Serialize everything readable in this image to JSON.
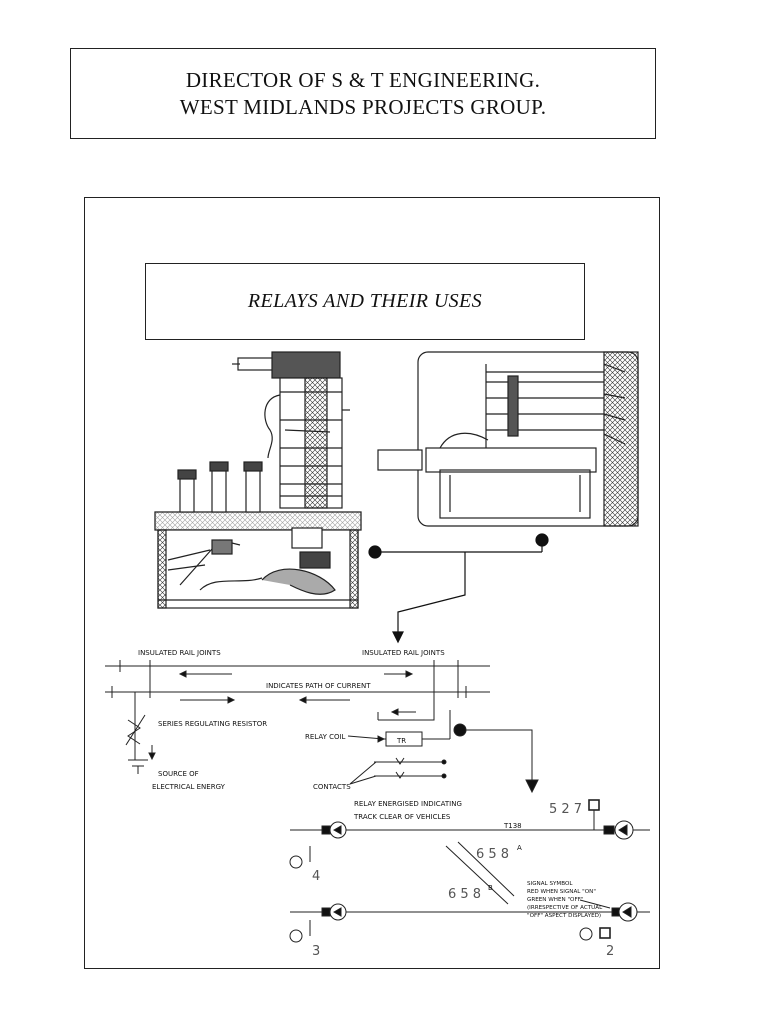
{
  "header": {
    "line1": "DIRECTOR OF S & T ENGINEERING.",
    "line2": "WEST MIDLANDS PROJECTS GROUP."
  },
  "title": "RELAYS AND THEIR USES",
  "circuit": {
    "insulated_joints_left": "INSULATED RAIL JOINTS",
    "insulated_joints_right": "INSULATED RAIL JOINTS",
    "path_of_current": "INDICATES PATH OF CURRENT",
    "series_resistor": "SERIES REGULATING RESISTOR",
    "source_line1": "SOURCE OF",
    "source_line2": "ELECTRICAL ENERGY",
    "relay_coil": "RELAY COIL",
    "relay_box": "TR",
    "contacts": "CONTACTS"
  },
  "track": {
    "caption_line1": "RELAY ENERGISED INDICATING",
    "caption_line2": "TRACK CLEAR OF VEHICLES",
    "track_circuit": "T138",
    "signal_527": "5 2 7",
    "signal_658a": "6 5 8",
    "signal_658a_sup": "A",
    "signal_658b": "6 5 8",
    "signal_658b_sup": "B",
    "signal_4": "4",
    "signal_3": "3",
    "signal_2": "2",
    "legend": [
      "SIGNAL SYMBOL",
      "RED WHEN SIGNAL \"ON\"",
      "GREEN WHEN \"OFF\"",
      "(IRRESPECTIVE OF ACTUAL",
      "\"OFF\" ASPECT DISPLAYED)"
    ]
  }
}
